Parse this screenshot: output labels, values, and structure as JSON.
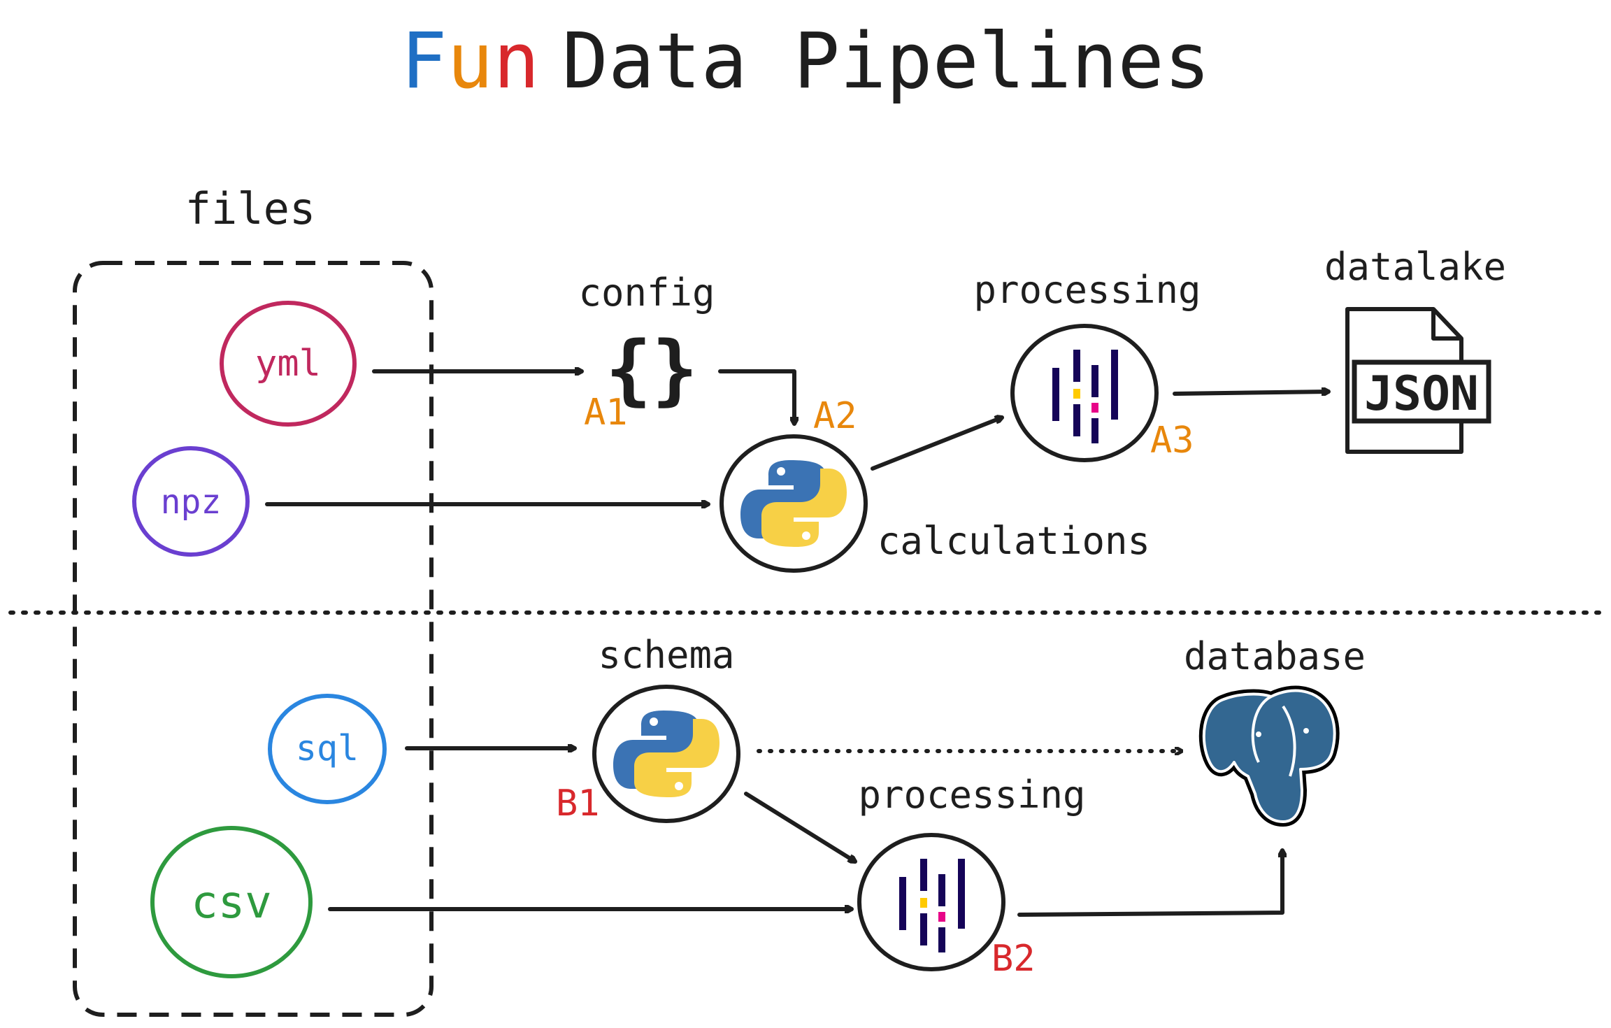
{
  "title": {
    "letters": [
      {
        "text": "F",
        "color": "#1f6fc4"
      },
      {
        "text": "u",
        "color": "#e8870c"
      },
      {
        "text": "n",
        "color": "#d8282c"
      }
    ],
    "rest": "Data Pipelines"
  },
  "files_group": {
    "label": "files"
  },
  "nodes": {
    "yml": {
      "label": "yml",
      "color": "#c0285e"
    },
    "npz": {
      "label": "npz",
      "color": "#6a3fd0"
    },
    "sql": {
      "label": "sql",
      "color": "#2a86e0"
    },
    "csv": {
      "label": "csv",
      "color": "#2e9a3e"
    }
  },
  "labels": {
    "config": "config",
    "processing_top": "processing",
    "datalake": "datalake",
    "calculations": "calculations",
    "schema": "schema",
    "database": "database",
    "processing_bottom": "processing",
    "json_text": "JSON",
    "braces": "{}"
  },
  "steps": {
    "a1": "A1",
    "a2": "A2",
    "a3": "A3",
    "b1": "B1",
    "b2": "B2"
  },
  "colors": {
    "ink": "#1e1e1e",
    "step_a": "#e8870c",
    "step_b": "#d8282c",
    "python_blue": "#3b73b4",
    "python_yellow": "#f7d046",
    "pandas_navy": "#150458",
    "pandas_yellow": "#ffca00",
    "pandas_pink": "#e70488",
    "postgres_blue": "#336791"
  }
}
